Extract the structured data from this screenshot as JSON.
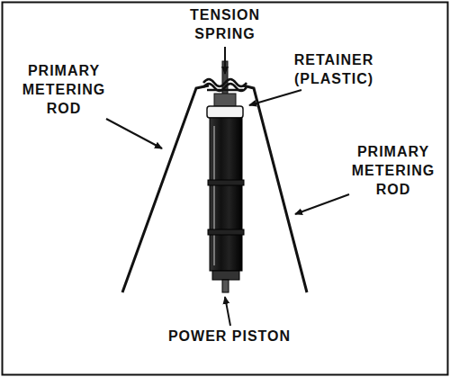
{
  "diagram": {
    "labels": [
      "TENSION SPRING",
      "PRIMARY METERING ROD",
      "RETAINER (PLASTIC)",
      "PRIMARY METERING ROD",
      "POWER PISTON"
    ]
  }
}
